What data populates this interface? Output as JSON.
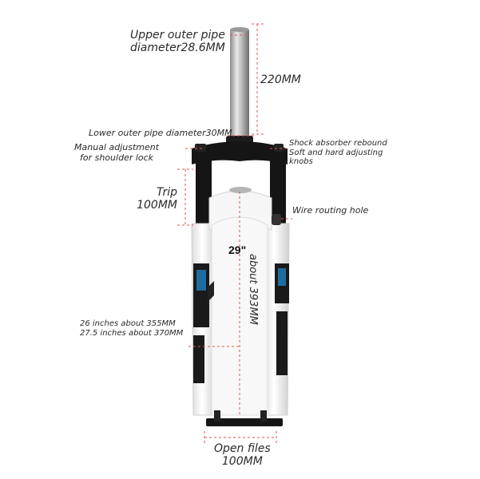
{
  "labels": {
    "upper_pipe": "Upper outer pipe\ndiameter28.6MM",
    "length_220": "220MM",
    "lower_pipe": "Lower outer pipe diameter30MM",
    "manual_lock": "Manual adjustment\nfor shoulder lock",
    "rebound": "Shock absorber rebound\nSoft and hard adjusting\nknobs",
    "trip": "Trip\n100MM",
    "wire_hole": "Wire routing hole",
    "size_29": "29\"",
    "size_393": "about 393MM",
    "size_26_275": "26 inches about 355MM\n27.5 inches about 370MM",
    "open_files": "Open files\n100MM"
  },
  "colors": {
    "dimension_line": "#e05555",
    "fork_white": "#f4f4f4",
    "fork_black": "#151515",
    "stanchion": "#b8b8b8",
    "text": "#2a2a2a"
  }
}
